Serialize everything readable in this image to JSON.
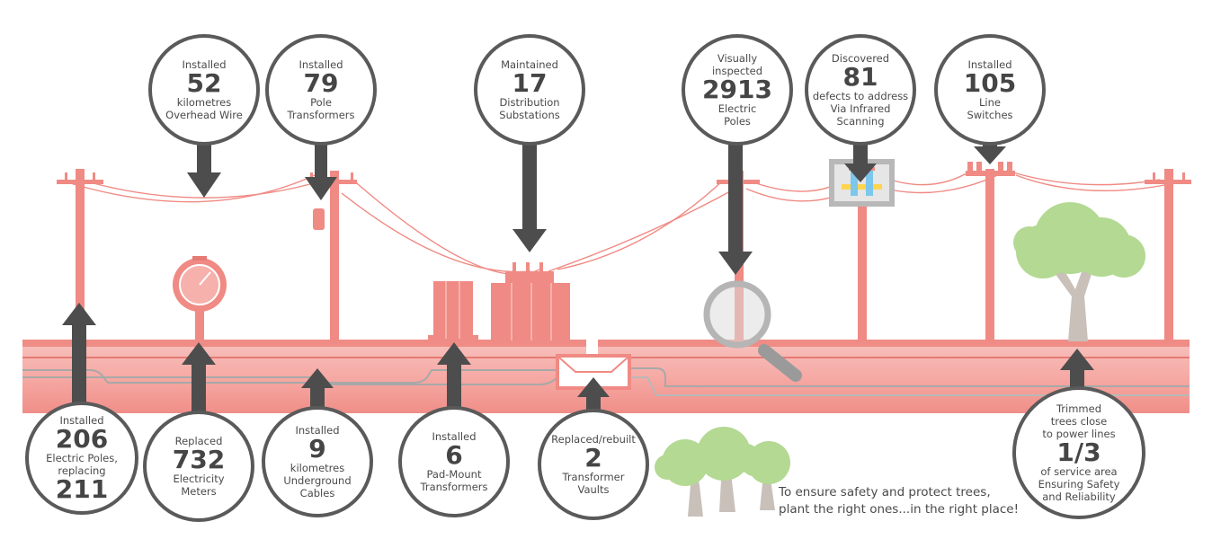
{
  "badges": {
    "overhead_wire": {
      "pre": "Installed",
      "value": "52",
      "post1": "kilometres",
      "post2": "Overhead Wire"
    },
    "pole_transformers": {
      "pre": "Installed",
      "value": "79",
      "post1": "Pole",
      "post2": "Transformers"
    },
    "substations": {
      "pre": "Maintained",
      "value": "17",
      "post1": "Distribution",
      "post2": "Substations"
    },
    "inspected": {
      "pre1": "Visually",
      "pre2": "inspected",
      "value": "2913",
      "post1": "Electric",
      "post2": "Poles"
    },
    "infrared": {
      "pre": "Discovered",
      "value": "81",
      "post1": "defects to address",
      "post2": "Via Infrared",
      "post3": "Scanning"
    },
    "line_switches": {
      "pre": "Installed",
      "value": "105",
      "post1": "Line",
      "post2": "Switches"
    },
    "electric_poles": {
      "pre": "Installed",
      "value": "206",
      "post1": "Electric Poles,",
      "post2": "replacing",
      "value2": "211"
    },
    "meters": {
      "pre": "Replaced",
      "value": "732",
      "post1": "Electricity",
      "post2": "Meters"
    },
    "underground": {
      "pre": "Installed",
      "value": "9",
      "post1": "kilometres",
      "post2": "Underground",
      "post3": "Cables"
    },
    "padmount": {
      "pre": "Installed",
      "value": "6",
      "post1": "Pad-Mount",
      "post2": "Transformers"
    },
    "vaults": {
      "pre": "Replaced/rebuilt",
      "value": "2",
      "post1": "Transformer",
      "post2": "Vaults"
    },
    "trees": {
      "pre1": "Trimmed",
      "pre2": "trees close",
      "pre3": "to power lines",
      "value": "1/3",
      "post1": "of service area",
      "post2": "Ensuring Safety",
      "post3": "and Reliability"
    }
  },
  "caption": {
    "line1": "To ensure safety and protect trees,",
    "line2": "plant the right ones...in the right place!"
  },
  "colors": {
    "equipment": "#f08a84",
    "ground": "#f5a5a0",
    "arrow": "#4d4d4d",
    "badge_border": "#5a5a5a",
    "tree_leaf": "#b3d992",
    "tree_trunk": "#c9c0ba"
  }
}
